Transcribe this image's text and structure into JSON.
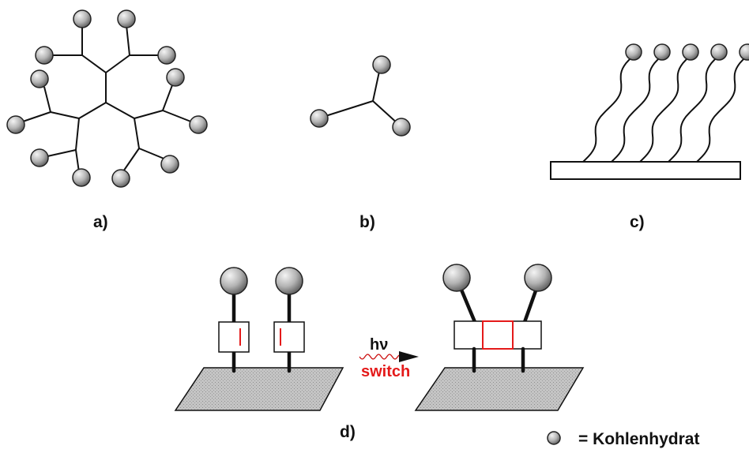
{
  "labels": {
    "a": "a)",
    "b": "b)",
    "c": "c)",
    "d": "d)"
  },
  "switch_panel": {
    "light_symbol": "hν",
    "switch_word": "switch"
  },
  "legend": {
    "text": "= Kohlenhydrat",
    "icon": "carbohydrate-sphere-icon"
  },
  "colors": {
    "line": "#111111",
    "sphere_light": "#f2f2f2",
    "sphere_dark": "#6e6e6e",
    "highlight_red": "#e41a1a",
    "surface_gray": "#bdbdbd"
  }
}
